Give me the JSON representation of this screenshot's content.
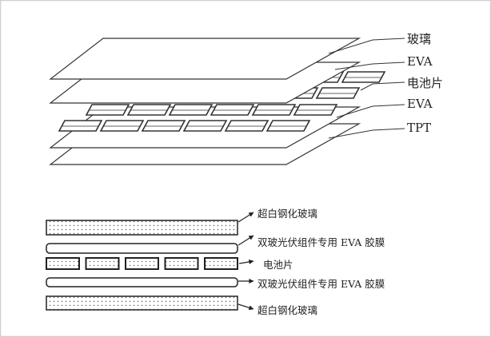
{
  "exploded_view": {
    "labels": [
      "玻璃",
      "EVA",
      "电池片",
      "EVA",
      "TPT"
    ]
  },
  "cross_section": {
    "labels": [
      "超白钢化玻璃",
      "双玻光伏组件专用 EVA 胶膜",
      "电池片",
      "双玻光伏组件专用 EVA 胶膜",
      "超白钢化玻璃"
    ],
    "cell_count": 5
  }
}
